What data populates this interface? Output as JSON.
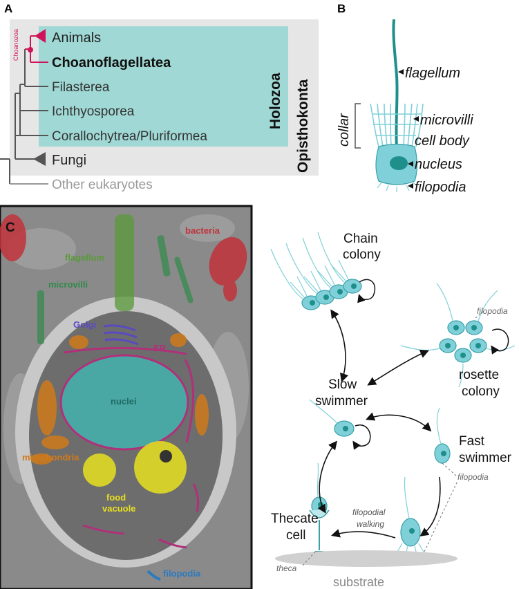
{
  "panel_a": {
    "letter": "A",
    "choanozoa_label": "Choanozoa",
    "taxa": {
      "animals": "Animals",
      "choanoflagellatea": "Choanoflagellatea",
      "filasterea": "Filasterea",
      "ichthyosporea": "Ichthyosporea",
      "corallochytrea": "Corallochytrea/Pluriformea",
      "fungi": "Fungi",
      "other": "Other eukaryotes"
    },
    "holozoa": "Holozoa",
    "opisthokonta": "Opisthokonta",
    "colors": {
      "choanozoa": "#d0145a",
      "holozoa_fill": "#9fd8d4",
      "opisthokonta_fill": "#e6e6e6",
      "other": "#9a9a9a"
    }
  },
  "panel_b": {
    "letter": "B",
    "labels": {
      "flagellum": "flagellum",
      "microvilli": "microvilli",
      "cell_body": "cell body",
      "nucleus": "nucleus",
      "filopodia": "filopodia",
      "collar": "collar"
    },
    "colors": {
      "cell": "#7fd0d8",
      "nucleus": "#1e8f8a"
    }
  },
  "panel_c": {
    "letter": "C",
    "labels": {
      "bacteria": "bacteria",
      "flagellum": "flagellum",
      "microvilli": "microvilli",
      "golgi": "Golgi",
      "er": "ER",
      "nuclei": "nuclei",
      "mitochondria": "mitochondria",
      "food_vacuole": "food\nvacuole",
      "food_vacuole_l1": "food",
      "food_vacuole_l2": "vacuole",
      "filopodia": "filopodia"
    },
    "colors": {
      "bacteria": "#c0323a",
      "flagellum": "#5a9a3a",
      "microvilli": "#2f8a4a",
      "golgi": "#5a4ac0",
      "er": "#b0307a",
      "nuclei": "#1e8f8a",
      "mitochondria": "#d07a1a",
      "food_vacuole": "#e8e020",
      "filopodia": "#2a7ac0"
    }
  },
  "panel_d": {
    "states": {
      "chain_1": "Chain",
      "chain_2": "colony",
      "rosette_1": "rosette",
      "rosette_2": "colony",
      "slow_1": "Slow",
      "slow_2": "swimmer",
      "fast_1": "Fast",
      "fast_2": "swimmer",
      "thecate_1": "Thecate",
      "thecate_2": "cell"
    },
    "annotations": {
      "filopodia_top": "filopodia",
      "filopodia_mid": "filopodia",
      "filopodial_1": "filopodial",
      "filopodial_2": "walking",
      "theca": "theca",
      "substrate": "substrate"
    }
  }
}
